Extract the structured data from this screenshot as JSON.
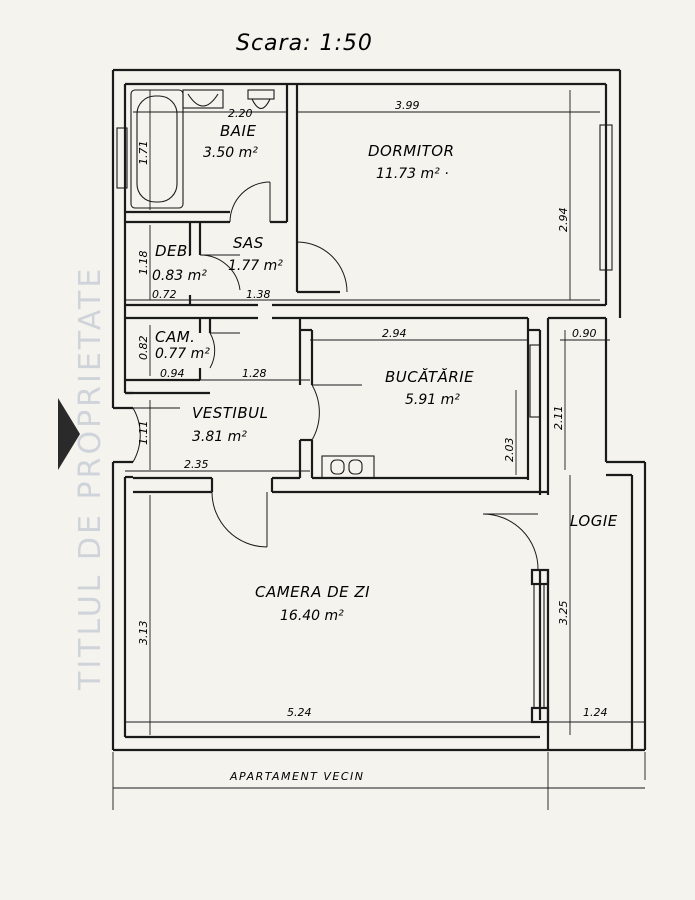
{
  "scale": "Scara:   1:50",
  "rooms": {
    "baie": {
      "name": "BAIE",
      "area": "3.50 m²"
    },
    "dormitor": {
      "name": "DORMITOR",
      "area": "11.73 m² ·"
    },
    "deb": {
      "name": "DEB.",
      "area": "0.83 m²"
    },
    "sas": {
      "name": "SAS",
      "area": "1.77 m²"
    },
    "cam": {
      "name": "CAM.",
      "area": "0.77 m²"
    },
    "bucatarie": {
      "name": "BUCĂTĂRIE",
      "area": "5.91 m²"
    },
    "vestibul": {
      "name": "VESTIBUL",
      "area": "3.81 m²"
    },
    "logie": {
      "name": "LOGIE"
    },
    "camera_de_zi": {
      "name": "CAMERA DE ZI",
      "area": "16.40 m²"
    }
  },
  "dimensions": {
    "baie_width": "2.20",
    "dormitor_width": "3.99",
    "baie_height": "1.71",
    "dormitor_height": "2.94",
    "deb_height": "1.18",
    "deb_width": "0.72",
    "sas_width": "1.38",
    "cam_height": "0.82",
    "cam_width": "0.94",
    "hall_width": "1.28",
    "bucatarie_width": "2.94",
    "logie_width": "0.90",
    "logie_height": "2.11",
    "vestibul_height": "1.11",
    "bucatarie_height": "2.03",
    "vestibul_width": "2.35",
    "camera_height": "3.13",
    "logie_lower_height": "3.25",
    "camera_width": "5.24",
    "logie_bottom_width": "1.24"
  },
  "neighbor_label": "APARTAMENT   VECIN",
  "watermark": "TITLUL DE PROPRIETATE"
}
